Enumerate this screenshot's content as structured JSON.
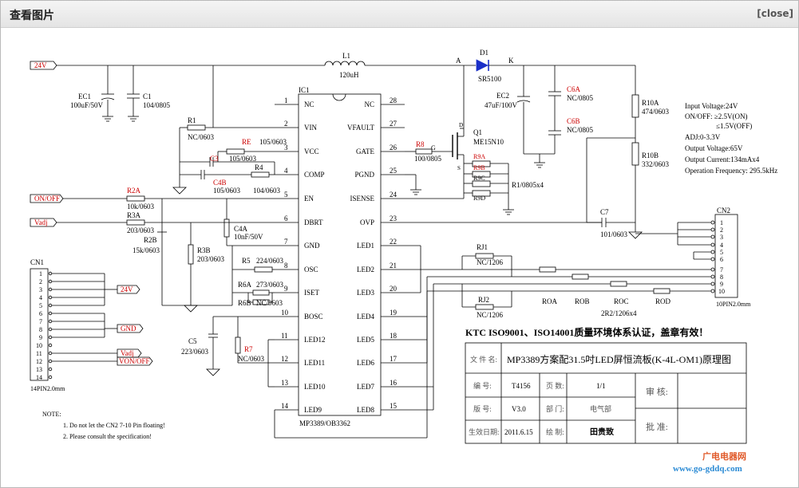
{
  "window": {
    "title": "查看图片",
    "close_label": "[close]"
  },
  "nets": {
    "v24": "24V",
    "onoff": "ON/OFF",
    "vadj": "Vadj",
    "node_a": "A",
    "node_k": "K",
    "cn1_24v": "24V",
    "cn1_gnd": "GND",
    "cn1_vadj": "Vadj",
    "cn1_vonoff": "VON/OFF"
  },
  "components": {
    "ec1": "EC1",
    "ec1_val": "100uF/50V",
    "c1": "C1",
    "c1_val": "104/0805",
    "l1": "L1",
    "l1_val": "120uH",
    "d1": "D1",
    "d1_val": "SR5100",
    "ec2": "EC2",
    "ec2_val": "47uF/100V",
    "c6a": "C6A",
    "c6a_val": "NC/0805",
    "c6b": "C6B",
    "c6b_val": "NC/0805",
    "r10a": "R10A",
    "r10a_val": "474/0603",
    "r10b": "R10B",
    "r10b_val": "332/0603",
    "r1": "R1",
    "r1_val": "NC/0603",
    "re": "RE",
    "re_val": "105/0603",
    "c3": "C3",
    "c3_val": "105/0603",
    "c4b": "C4B",
    "c4b_val": "105/0603",
    "r4": "R4",
    "r4_val": "104/0603",
    "r8": "R8",
    "r8_val": "100/0805",
    "q1": "Q1",
    "q1_val": "ME15N10",
    "r9a": "R9A",
    "r9b": "R9B",
    "r9c": "R9C",
    "r9d": "R9D",
    "r9_val": "R1/0805x4",
    "r2a": "R2A",
    "r2a_val": "10k/0603",
    "r3a": "R3A",
    "r3a_val": "203/0603",
    "r2b": "R2B",
    "r2b_val": "15k/0603",
    "c4a": "C4A",
    "c4a_val": "10nF/50V",
    "r3b": "R3B",
    "r3b_val": "203/0603",
    "r5": "R5",
    "r5_val": "224/0603",
    "r6a": "R6A",
    "r6a_val": "273/0603",
    "r6b": "R6B",
    "r6b_val": "NC/0603",
    "c5": "C5",
    "c5_val": "223/0603",
    "r7": "R7",
    "r7_val": "NC/0603",
    "c7": "C7",
    "c7_val": "101/0603",
    "rj1": "RJ1",
    "rj1_val": "NC/1206",
    "rj2": "RJ2",
    "rj2_val": "NC/1206",
    "roa": "ROA",
    "rob": "ROB",
    "roc": "ROC",
    "rod": "ROD",
    "ro_val": "2R2/1206x4",
    "cn1": "CN1",
    "cn1_type": "14PIN2.0mm",
    "cn2": "CN2",
    "cn2_type": "10PIN2.0mm"
  },
  "ic": {
    "ref": "IC1",
    "part": "MP3389/OB3362",
    "left_pins": [
      {
        "num": "1",
        "name": "NC"
      },
      {
        "num": "2",
        "name": "VIN"
      },
      {
        "num": "3",
        "name": "VCC"
      },
      {
        "num": "4",
        "name": "COMP"
      },
      {
        "num": "5",
        "name": "EN"
      },
      {
        "num": "6",
        "name": "DBRT"
      },
      {
        "num": "7",
        "name": "GND"
      },
      {
        "num": "8",
        "name": "OSC"
      },
      {
        "num": "9",
        "name": "ISET"
      },
      {
        "num": "10",
        "name": "BOSC"
      },
      {
        "num": "11",
        "name": "LED12"
      },
      {
        "num": "12",
        "name": "LED11"
      },
      {
        "num": "13",
        "name": "LED10"
      },
      {
        "num": "14",
        "name": "LED9"
      }
    ],
    "right_pins": [
      {
        "num": "28",
        "name": "NC"
      },
      {
        "num": "27",
        "name": "VFAULT"
      },
      {
        "num": "26",
        "name": "GATE"
      },
      {
        "num": "25",
        "name": "PGND"
      },
      {
        "num": "24",
        "name": "ISENSE"
      },
      {
        "num": "23",
        "name": "OVP"
      },
      {
        "num": "22",
        "name": "LED1"
      },
      {
        "num": "21",
        "name": "LED2"
      },
      {
        "num": "20",
        "name": "LED3"
      },
      {
        "num": "19",
        "name": "LED4"
      },
      {
        "num": "18",
        "name": "LED5"
      },
      {
        "num": "17",
        "name": "LED6"
      },
      {
        "num": "16",
        "name": "LED7"
      },
      {
        "num": "15",
        "name": "LED8"
      }
    ]
  },
  "cn1_pins": [
    "1",
    "2",
    "3",
    "4",
    "5",
    "6",
    "7",
    "8",
    "9",
    "10",
    "11",
    "12",
    "13",
    "14"
  ],
  "cn2_pins": [
    "1",
    "2",
    "3",
    "4",
    "5",
    "6",
    "7",
    "8",
    "9",
    "10"
  ],
  "specs": [
    "Input Voltage:24V",
    "ON/OFF: ≥2.5V(ON)",
    "≤1.5V(OFF)",
    "ADJ:0-3.3V",
    "Output Voltage:65V",
    "Output Current:134mAx4",
    "Operation Frequency: 295.5kHz"
  ],
  "notes": {
    "title": "NOTE:",
    "items": [
      "1. Do not let the CN2 7-10 Pin floating!",
      "2. Please consult the specification!"
    ]
  },
  "titleblock": {
    "header": "KTC ISO9001、ISO14001质量环境体系认证，盖章有效！",
    "file_label": "文 件 名:",
    "file_value": "MP3389方案配31.5吋LED屏恒流板(K-4L-OM1)原理图",
    "code_label": "编 号:",
    "code_value": "T4156",
    "pages_label": "页 数:",
    "pages_value": "1/1",
    "version_label": "版 号:",
    "version_value": "V3.0",
    "dept_label": "部 门:",
    "dept_value": "电气部",
    "date_label": "生效日期:",
    "date_value": "2011.6.15",
    "drawer_label": "绘 制:",
    "drawer_value": "田贵致",
    "review_label": "审 核:",
    "approve_label": "批 准:"
  },
  "watermark": {
    "line1": "广电电器网",
    "line2": "www.go-gddq.com"
  }
}
